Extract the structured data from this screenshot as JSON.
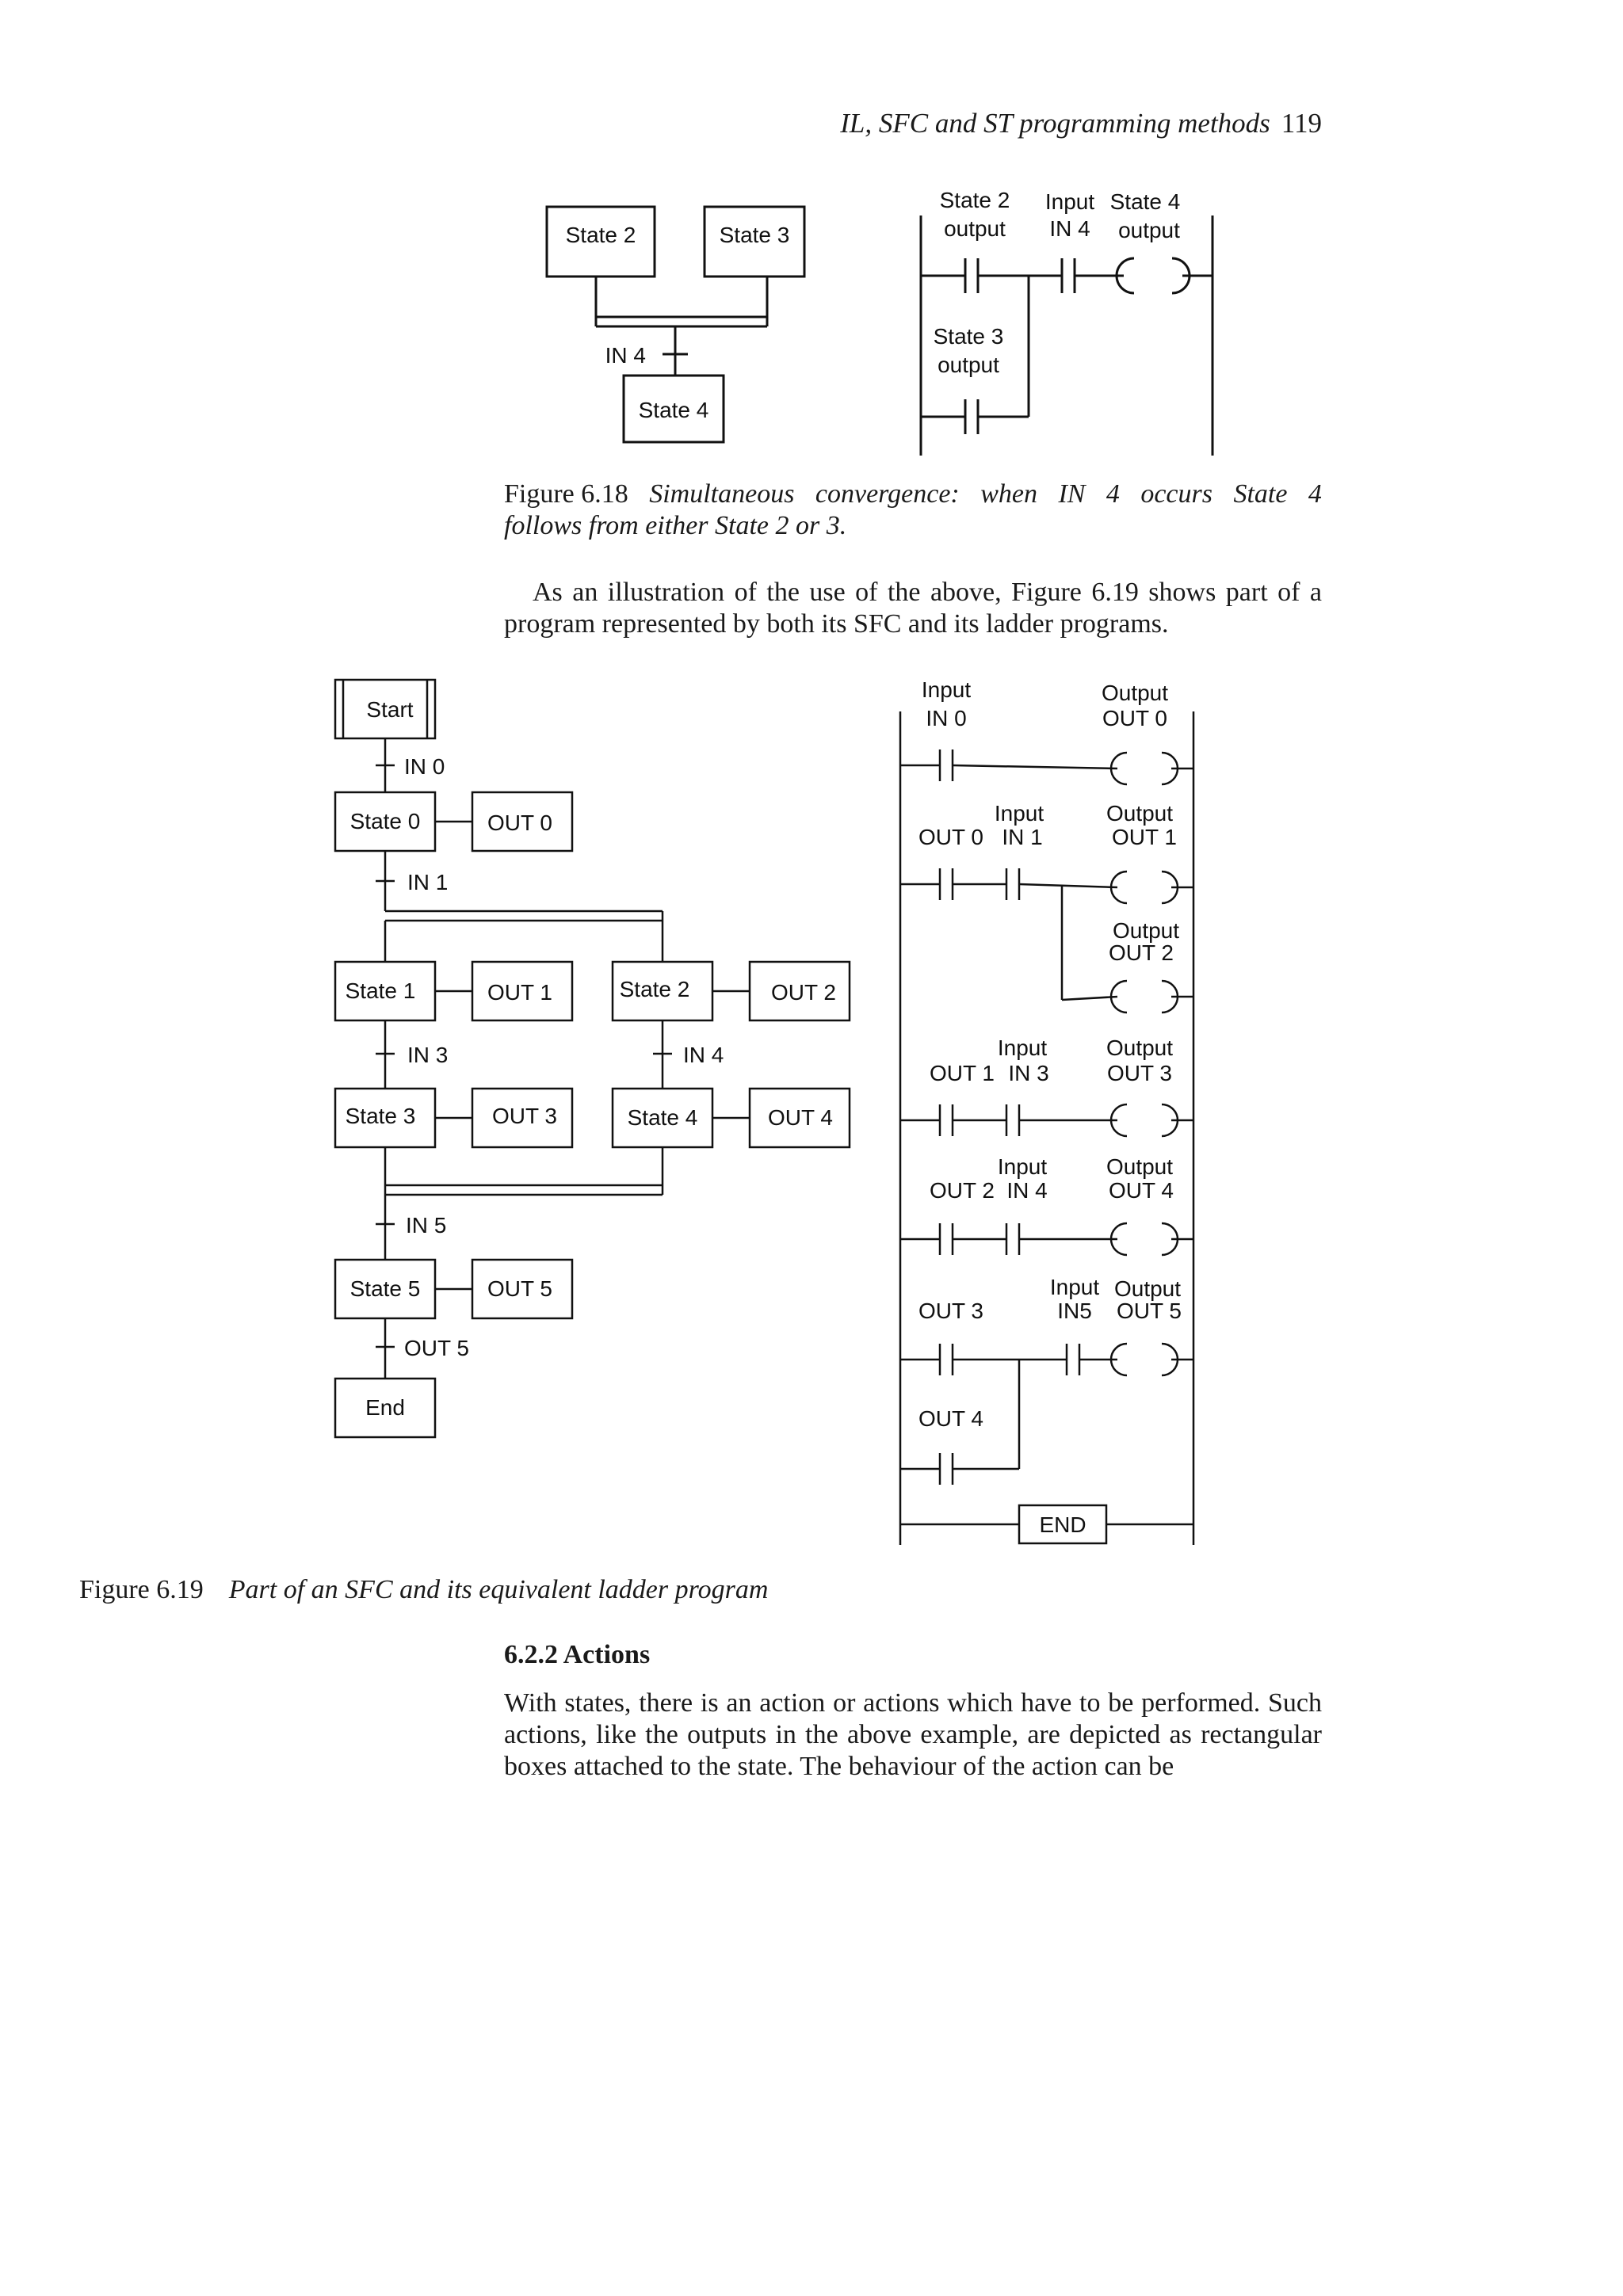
{
  "header": {
    "title": "IL, SFC and ST programming methods",
    "page_number": "119"
  },
  "figure_6_18": {
    "sfc": {
      "state_a": "State 2",
      "state_b": "State 3",
      "transition": "IN 4",
      "state_target": "State 4"
    },
    "ladder": {
      "contact1_line1": "State 2",
      "contact1_line2": "output",
      "contact2_line1": "Input",
      "contact2_line2": "IN 4",
      "coil_line1": "State 4",
      "coil_line2": "output",
      "contact3_line1": "State 3",
      "contact3_line2": "output"
    },
    "caption_label": "Figure 6.18",
    "caption_words": [
      "Simultaneous",
      "convergence:",
      "when",
      "IN",
      "4",
      "occurs",
      "State",
      "4"
    ],
    "caption_line2": "follows from either State 2 or 3."
  },
  "paragraph_1": "As an illustration of the use of the above, Figure 6.19 shows part of a program represented by both its SFC and its ladder programs.",
  "figure_6_19": {
    "sfc": {
      "start": "Start",
      "in0": "IN 0",
      "state0": "State 0",
      "out0": "OUT 0",
      "in1": "IN 1",
      "state1": "State 1",
      "out1": "OUT 1",
      "state2": "State 2",
      "out2": "OUT 2",
      "in3": "IN 3",
      "in4": "IN 4",
      "state3": "State 3",
      "out3": "OUT 3",
      "state4": "State 4",
      "out4": "OUT 4",
      "in5": "IN 5",
      "state5": "State 5",
      "out5": "OUT 5",
      "trans_out5": "OUT 5",
      "end": "End"
    },
    "ladder": {
      "r1_input_label": "Input",
      "r1_input": "IN 0",
      "r1_output_label": "Output",
      "r1_output": "OUT 0",
      "r2_contact1": "OUT 0",
      "r2_input_label": "Input",
      "r2_input": "IN 1",
      "r2_output_label": "Output",
      "r2_output": "OUT 1",
      "r2b_output_label": "Output",
      "r2b_output": "OUT 2",
      "r3_contact1": "OUT 1",
      "r3_input_label": "Input",
      "r3_input": "IN 3",
      "r3_output_label": "Output",
      "r3_output": "OUT 3",
      "r4_contact1": "OUT 2",
      "r4_input_label": "Input",
      "r4_input": "IN 4",
      "r4_output_label": "Output",
      "r4_output": "OUT 4",
      "r5_contact1": "OUT 3",
      "r5_input_label": "Input",
      "r5_input": "IN5",
      "r5_output_label": "Output",
      "r5_output": "OUT 5",
      "r5_branch": "OUT 4",
      "end": "END"
    },
    "caption_label": "Figure 6.19",
    "caption_text": "Part of an SFC and its equivalent ladder program"
  },
  "section_heading": "6.2.2 Actions",
  "paragraph_2": "With states, there is an action or actions which have to be performed. Such actions, like the outputs in the above example, are depicted as rectangular boxes attached to the state. The behaviour of the action can be"
}
